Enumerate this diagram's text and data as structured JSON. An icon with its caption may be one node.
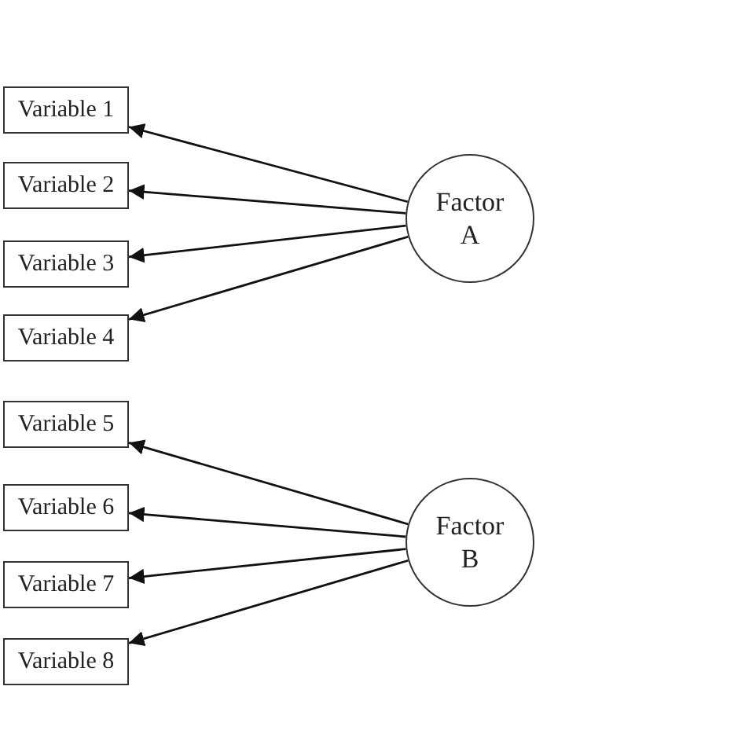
{
  "diagram": {
    "nodes": [
      {
        "text": [
          "Variable 1"
        ]
      },
      {
        "text": [
          "Variable 2"
        ]
      },
      {
        "text": [
          "Variable 3"
        ]
      },
      {
        "text": [
          "Variable 4"
        ]
      },
      {
        "text": [
          "Variable 5"
        ]
      },
      {
        "text": [
          "Variable 6"
        ]
      },
      {
        "text": [
          "Variable 7"
        ]
      },
      {
        "text": [
          "Variable 8"
        ]
      },
      {
        "text": [
          "Factor A"
        ]
      },
      {
        "text": [
          "Factor B"
        ]
      }
    ],
    "edges": [
      {
        "from": 8,
        "to": 0,
        "arrow": "to"
      },
      {
        "from": 8,
        "to": 1,
        "arrow": "to"
      },
      {
        "from": 8,
        "to": 2,
        "arrow": "to"
      },
      {
        "from": 8,
        "to": 3,
        "arrow": "to"
      },
      {
        "from": 9,
        "to": 4,
        "arrow": "to"
      },
      {
        "from": 9,
        "to": 5,
        "arrow": "to"
      },
      {
        "from": 9,
        "to": 6,
        "arrow": "to"
      },
      {
        "from": 9,
        "to": 7,
        "arrow": "to"
      }
    ]
  }
}
